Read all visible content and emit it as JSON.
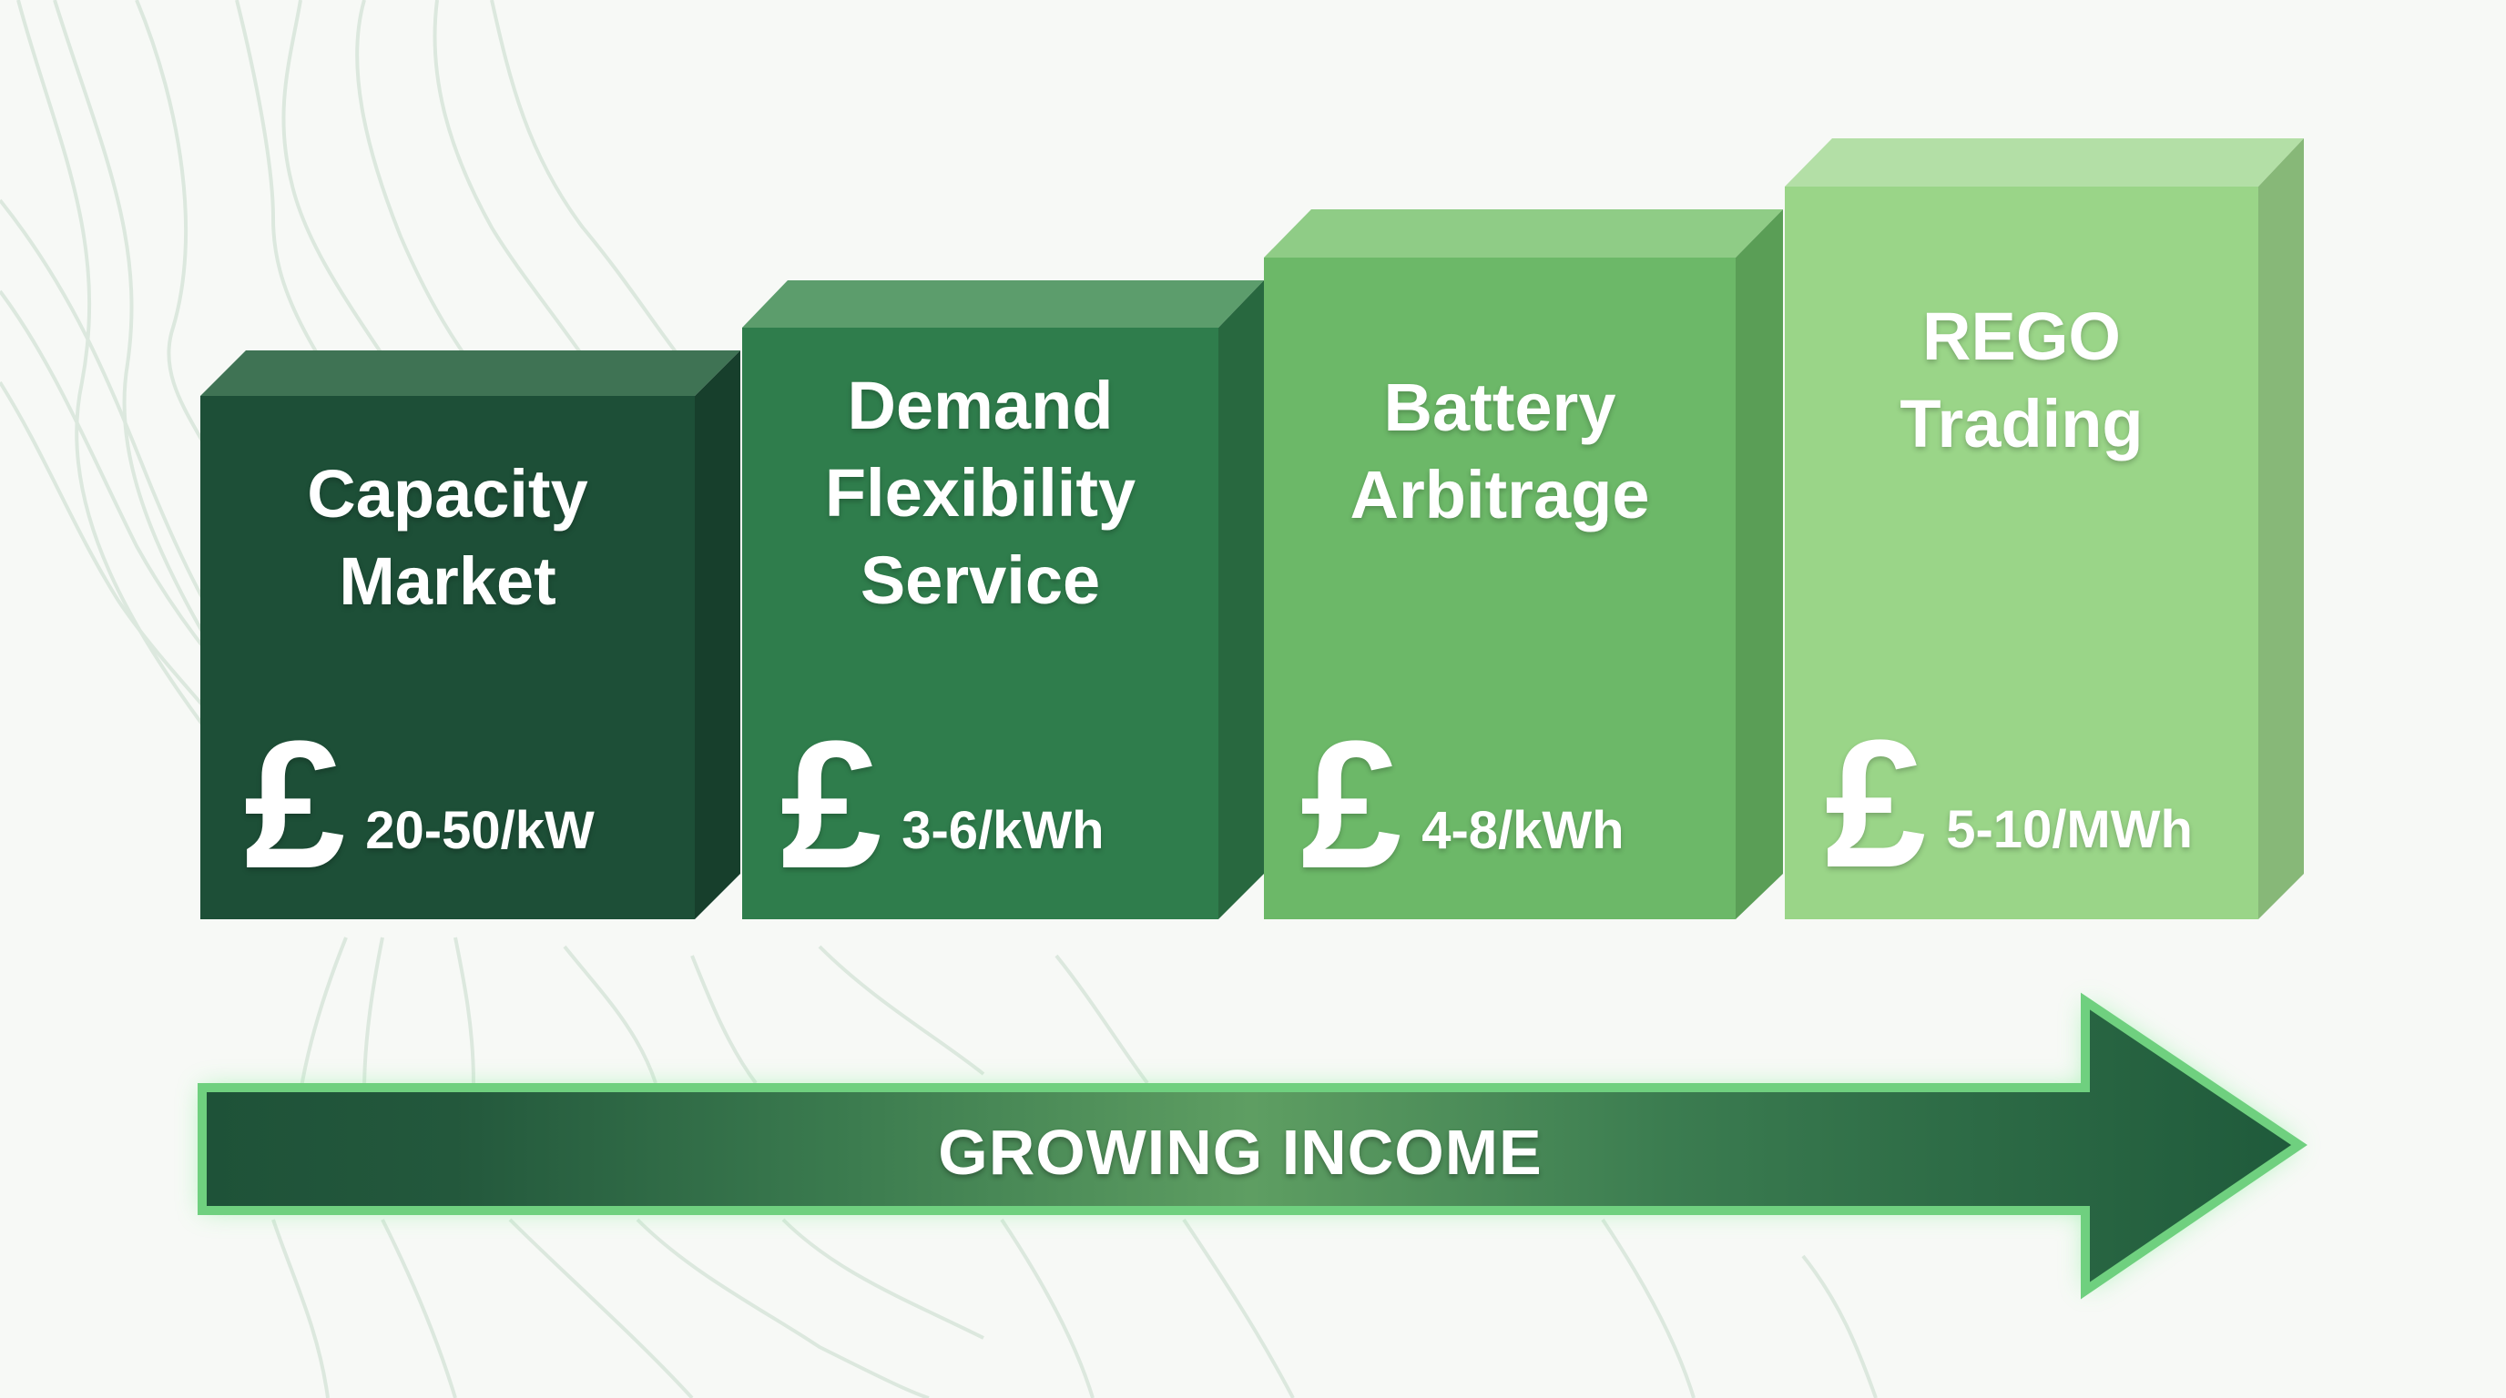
{
  "colors": {
    "background": "#f7f9f6",
    "contour_lines": "#dde9df",
    "box1": {
      "front": "#1d4f37",
      "top": "#3f7354",
      "side": "#173f2c"
    },
    "box2": {
      "front": "#2f7d4c",
      "top": "#5c9d6c",
      "side": "#28683f"
    },
    "box3": {
      "front": "#6cb868",
      "top": "#8fcc86",
      "side": "#5a9e56"
    },
    "box4": {
      "front": "#9ad588",
      "top": "#b3dfa6",
      "side": "#87b878"
    },
    "arrow_dark": "#1e5238",
    "arrow_mid": "#5e9e62",
    "arrow_border": "#6fd07f",
    "arrow_glow": "#8ff0a0"
  },
  "boxes": [
    {
      "title": "Capacity\nMarket",
      "currency_symbol": "£",
      "price": "20-50/kW"
    },
    {
      "title": "Demand\nFlexibility\nService",
      "currency_symbol": "£",
      "price": "3-6/kWh"
    },
    {
      "title": "Battery\nArbitrage",
      "currency_symbol": "£",
      "price": "4-8/kWh"
    },
    {
      "title": "REGO\nTrading",
      "currency_symbol": "£",
      "price": "5-10/MWh"
    }
  ],
  "arrow": {
    "label": "GROWING INCOME"
  }
}
